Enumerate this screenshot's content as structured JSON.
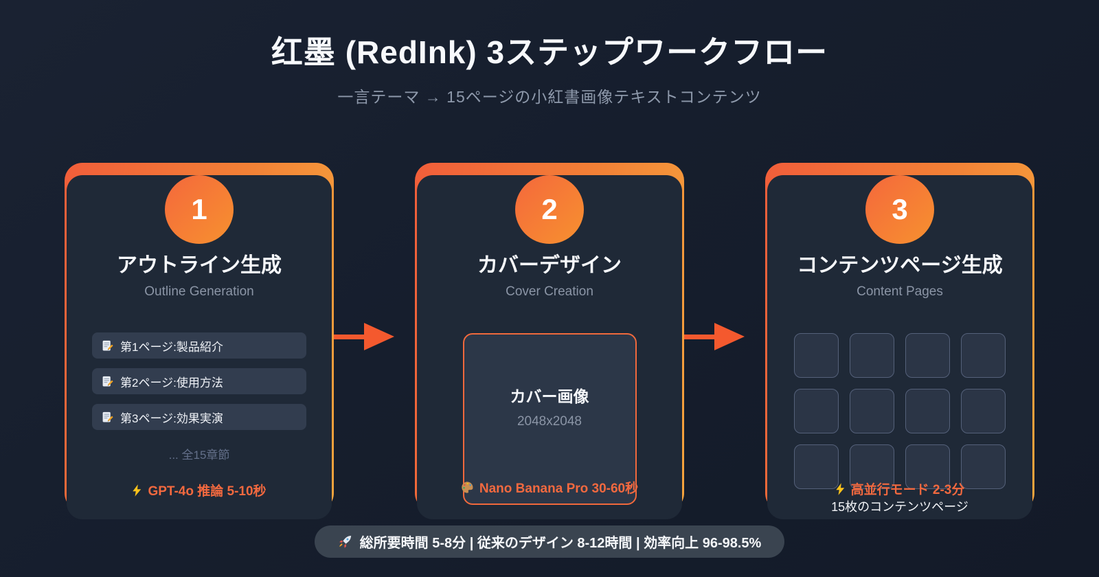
{
  "header": {
    "title": "红墨 (RedInk) 3ステップワークフロー",
    "subtitle": "一言テーマ → 15ページの小紅書画像テキストコンテンツ"
  },
  "steps": [
    {
      "number": "1",
      "title": "アウトライン生成",
      "subtitle": "Outline Generation",
      "item_icon": "memo-icon",
      "items": [
        "第1ページ:製品紹介",
        "第2ページ:使用方法",
        "第3ページ:効果実演"
      ],
      "more": "... 全15章節",
      "footnote_icon": "lightning-icon",
      "footnote": "GPT-4o 推論 5-10秒"
    },
    {
      "number": "2",
      "title": "カバーデザイン",
      "subtitle": "Cover Creation",
      "cover": {
        "label": "カバー画像",
        "size": "2048x2048"
      },
      "footnote_icon": "palette-icon",
      "footnote": "Nano Banana Pro 30-60秒"
    },
    {
      "number": "3",
      "title": "コンテンツページ生成",
      "subtitle": "Content Pages",
      "grid_count": 12,
      "footnote_icon": "lightning-icon",
      "footnote": "高並行モード 2-3分",
      "caption": "15枚のコンテンツページ"
    }
  ],
  "summary": {
    "icon": "rocket-icon",
    "text": "総所要時間 5-8分 | 従来のデザイン 8-12時間 | 効率向上 96-98.5%"
  },
  "colors": {
    "background": "#161e2d",
    "card_background": "#1f2937",
    "card_border_gradient_from": "#f15e3a",
    "card_border_gradient_to": "#f6a43d",
    "circle_gradient_from": "#f4683c",
    "circle_gradient_to": "#f7912f",
    "accent_orange": "#f3693f",
    "arrow": "#f4592e",
    "muted_text": "#8b95a6",
    "pill_background": "#3a4450"
  }
}
